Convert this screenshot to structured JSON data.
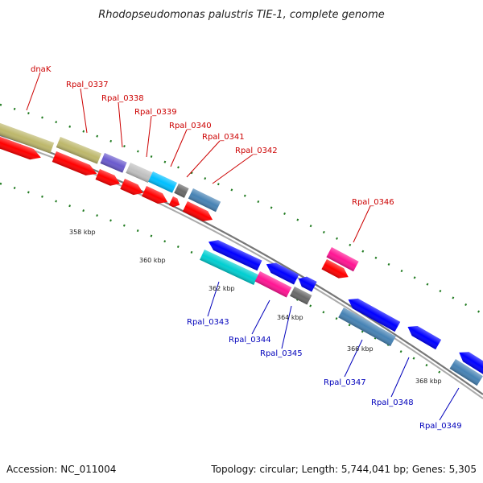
{
  "header": {
    "title": "Rhodopseudomonas palustris TIE-1, complete genome"
  },
  "colors": {
    "forward_label": "#cc0000",
    "reverse_label": "#0000bb",
    "backbone": "#8c8c8c",
    "tick": "#1f7a1f",
    "cds": "#ff0000",
    "khaki": "#bdb76b",
    "slate": "#6a5acd",
    "silver": "#c0c0c0",
    "cyan": "#00bfff",
    "gray": "#696969",
    "steel": "#4682b4",
    "blue": "#0000ff",
    "turquoise": "#00ced1",
    "magenta": "#ff1493"
  },
  "ruler": {
    "labels": [
      "358 kbp",
      "360 kbp",
      "362 kbp",
      "364 kbp",
      "366 kbp",
      "368 kbp"
    ]
  },
  "genes": {
    "forward": [
      "dnaK",
      "Rpal_0337",
      "Rpal_0338",
      "Rpal_0339",
      "Rpal_0340",
      "Rpal_0341",
      "Rpal_0342",
      "Rpal_0346"
    ],
    "reverse": [
      "Rpal_0343",
      "Rpal_0344",
      "Rpal_0345",
      "Rpal_0347",
      "Rpal_0348",
      "Rpal_0349"
    ]
  },
  "footer": {
    "accession": "Accession: NC_011004",
    "topology": "Topology: circular; Length: 5,744,041 bp; Genes: 5,305"
  }
}
